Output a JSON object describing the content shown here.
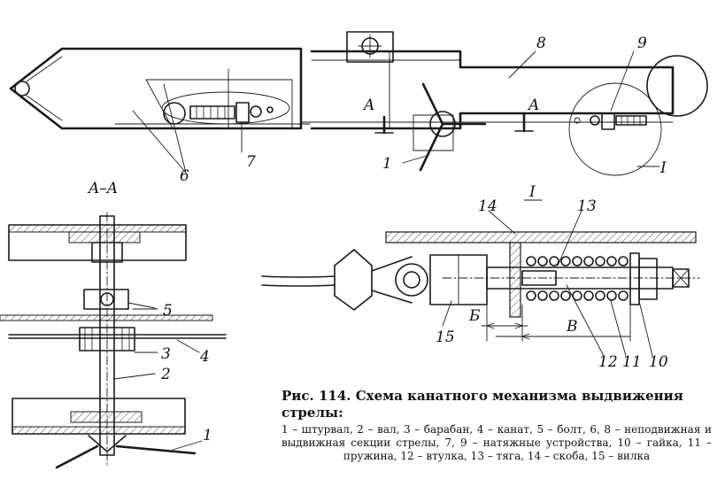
{
  "figure": {
    "title": "Рис. 114. Схема канатного механизма выдвижения стрелы:",
    "legend": "1 – штурвал, 2 – вал, 3 – барабан, 4 – канат, 5 – болт, 6, 8 – неподвижная и выдвижная секции стрелы, 7, 9 – натяжные устройства, 10 – гайка, 11 – пружина, 12 – втулка, 13 – тяга, 14 – скоба, 15 – вилка"
  },
  "labels": {
    "top_view": {
      "n8": "8",
      "n9": "9",
      "nA1": "A",
      "nA2": "A",
      "n7": "7",
      "n1": "1",
      "n6": "6",
      "nI": "I"
    },
    "section": {
      "title": "A–A",
      "n5": "5",
      "n3": "3",
      "n4": "4",
      "n2": "2",
      "n1": "1"
    },
    "detail": {
      "title": "I",
      "n14": "14",
      "n13": "13",
      "n15": "15",
      "dimB": "Б",
      "dimV": "B",
      "n12": "12",
      "n11": "11",
      "n10": "10"
    }
  }
}
